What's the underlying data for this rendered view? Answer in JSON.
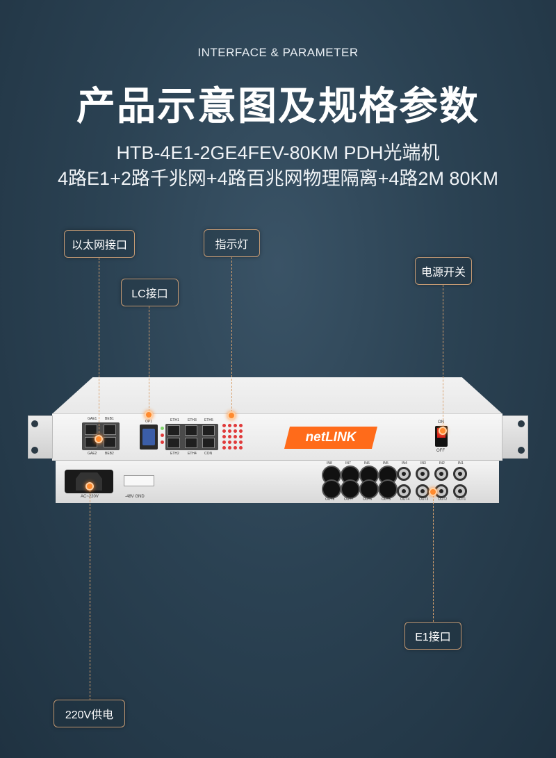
{
  "header": {
    "subtitle_en": "INTERFACE & PARAMETER",
    "title_cn": "产品示意图及规格参数",
    "model": "HTB-4E1-2GE4FEV-80KM PDH光端机",
    "spec": "4路E1+2路千兆网+4路百兆网物理隔离+4路2M 80KM"
  },
  "callouts": {
    "ethernet": "以太网接口",
    "indicator": "指示灯",
    "lc": "LC接口",
    "power_switch": "电源开关",
    "e1": "E1接口",
    "power_220v": "220V供电"
  },
  "device": {
    "brand": "netLINK",
    "ports_ge": [
      "GAE1",
      "BEB1",
      "GAE2",
      "BEB2"
    ],
    "ports_op": "OP1",
    "ports_eth": [
      "ETH1",
      "ETH3",
      "ETH5",
      "ETH2",
      "ETH4",
      "CON"
    ],
    "switch_on": "ON",
    "switch_off": "OFF",
    "ac_label": "AC~220V",
    "dc_label": "-48V GND",
    "e1_in": [
      "IN8",
      "IN7",
      "IN6",
      "IN5",
      "IN4",
      "IN3",
      "IN2",
      "IN1"
    ],
    "e1_out": [
      "OUT8",
      "OUT7",
      "OUT6",
      "OUT5",
      "OUT4",
      "OUT3",
      "OUT2",
      "OUT1"
    ]
  }
}
